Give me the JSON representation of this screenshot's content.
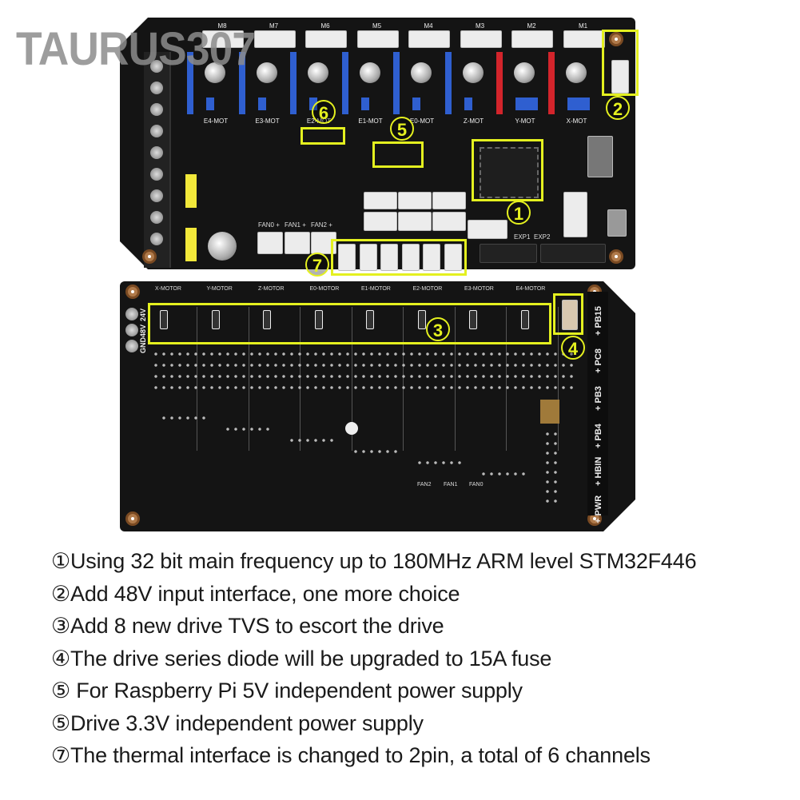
{
  "watermark": "TAURUS307",
  "top_board": {
    "motor_connectors": [
      "M8",
      "M7",
      "M6",
      "M5",
      "M4",
      "M3",
      "M2",
      "M1"
    ],
    "driver_labels": [
      "E4-MOT",
      "E3-MOT",
      "E2-MOT",
      "E1-MOT",
      "E0-MOT",
      "Z-MOT",
      "Y-MOT",
      "X-MOT"
    ],
    "fan_labels": [
      "FAN0 +",
      "FAN1 +",
      "FAN2 +"
    ],
    "exp_labels": [
      "EXP1",
      "EXP2"
    ],
    "callouts": [
      "1",
      "2",
      "5",
      "6",
      "7"
    ],
    "highlight_color": "#e4f01f"
  },
  "bottom_board": {
    "motor_labels": [
      "X-MOTOR",
      "Y-MOTOR",
      "Z-MOTOR",
      "E0-MOTOR",
      "E1-MOTOR",
      "E2-MOTOR",
      "E3-MOTOR",
      "E4-MOTOR"
    ],
    "power_labels": [
      "24V",
      "48V",
      "GND"
    ],
    "side_labels": [
      "+ PB15",
      "+ PC8",
      "+ PB3",
      "+ PB4",
      "+ HBIN",
      "+ PWR"
    ],
    "fan_labels": [
      "FAN2",
      "FAN1",
      "FAN0"
    ],
    "callouts": [
      "3",
      "4"
    ]
  },
  "features": [
    "①Using 32 bit main frequency up to 180MHz ARM level STM32F446",
    "②Add 48V input interface, one more choice",
    "③Add 8 new drive TVS to escort the drive",
    "④The drive series diode will be upgraded to 15A fuse",
    "⑤ For Raspberry Pi 5V independent power supply",
    "⑤Drive 3.3V independent power supply",
    "⑦The thermal interface is changed to 2pin, a total of 6 channels"
  ]
}
